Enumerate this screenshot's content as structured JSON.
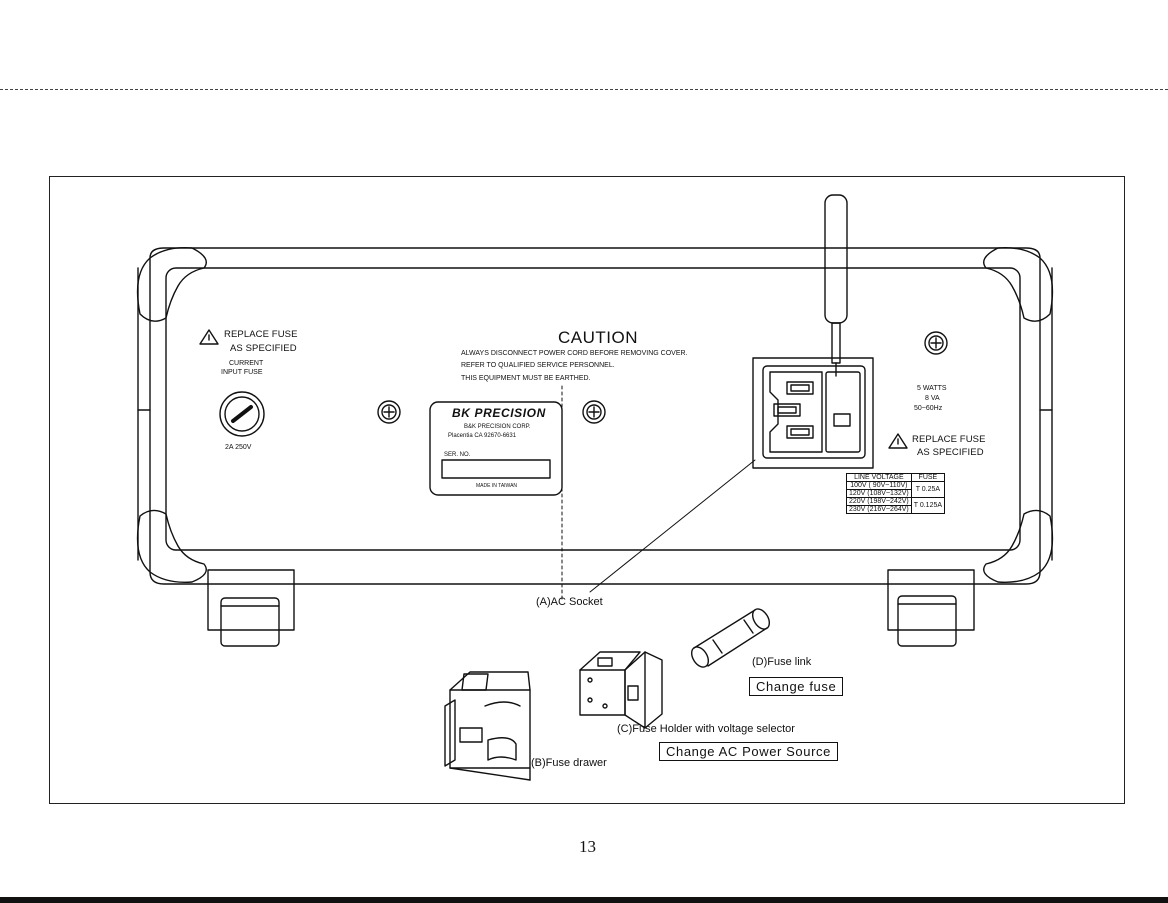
{
  "page_number": "13",
  "caution": {
    "title": "CAUTION",
    "line1": "ALWAYS DISCONNECT POWER CORD BEFORE REMOVING COVER.",
    "line2": "REFER TO QUALIFIED SERVICE PERSONNEL.",
    "line3": "THIS EQUIPMENT MUST BE EARTHED."
  },
  "left_fuse": {
    "warning_line1": "REPLACE FUSE",
    "warning_line2": "AS SPECIFIED",
    "label_line1": "CURRENT",
    "label_line2": "INPUT FUSE",
    "rating": "2A 250V"
  },
  "nameplate": {
    "logo": "BK PRECISION",
    "company": "B&K PRECISION CORP.",
    "address": "Placentia CA 92670-6631",
    "serial_label": "SER. NO.",
    "made_in": "MADE IN TAIWAN"
  },
  "power_spec": {
    "watts": "5 WATTS",
    "va": "8 VA",
    "freq": "50~60Hz"
  },
  "right_fuse": {
    "warning_line1": "REPLACE FUSE",
    "warning_line2": "AS SPECIFIED"
  },
  "fuse_table": {
    "headers": [
      "LINE VOLTAGE",
      "FUSE"
    ],
    "rows": [
      {
        "voltage": "100V ( 90V~110V)",
        "fuse": "T 0.25A"
      },
      {
        "voltage": "120V (108V~132V)",
        "fuse": ""
      },
      {
        "voltage": "220V (198V~242V)",
        "fuse": "T 0.125A"
      },
      {
        "voltage": "230V (216V~264V)",
        "fuse": ""
      }
    ]
  },
  "callouts": {
    "a": "(A)AC Socket",
    "b": "(B)Fuse drawer",
    "c": "(C)Fuse Holder with voltage selector",
    "d": "(D)Fuse link",
    "change_fuse": "Change fuse",
    "change_ac": "Change AC Power Source"
  }
}
